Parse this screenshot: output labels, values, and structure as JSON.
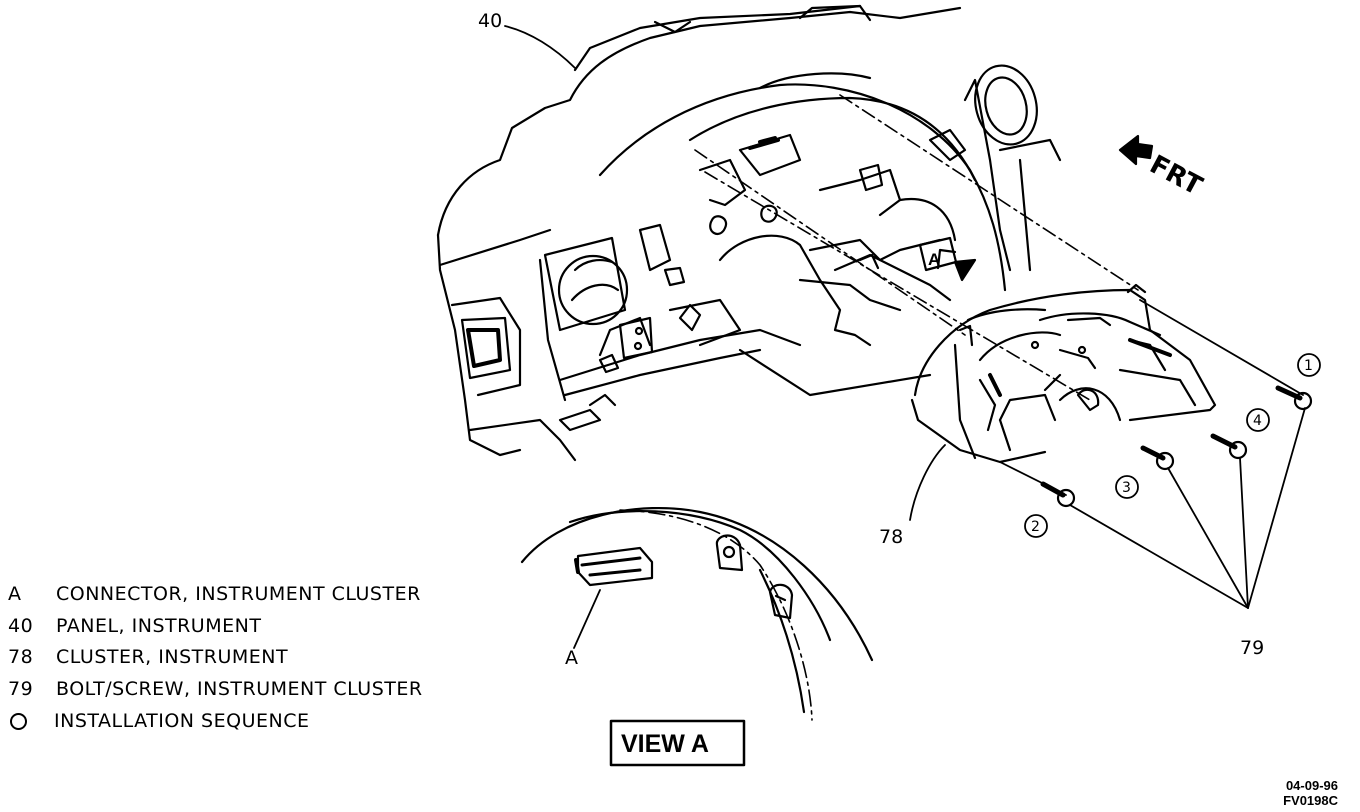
{
  "callouts": {
    "panel": "40",
    "cluster": "78",
    "bolt": "79",
    "connector": "A",
    "view_marker": "A"
  },
  "frt_label": "FRT",
  "install_sequence": [
    "1",
    "2",
    "3",
    "4"
  ],
  "view_label": "VIEW A",
  "legend": [
    {
      "key": "A",
      "text": "CONNECTOR, INSTRUMENT CLUSTER"
    },
    {
      "key": "40",
      "text": "PANEL, INSTRUMENT"
    },
    {
      "key": "78",
      "text": "CLUSTER, INSTRUMENT"
    },
    {
      "key": "79",
      "text": "BOLT/SCREW, INSTRUMENT CLUSTER"
    },
    {
      "key": "",
      "symbol": "circle",
      "text": "INSTALLATION SEQUENCE"
    }
  ],
  "stamp": {
    "date": "04-09-96",
    "code": "FV0198C"
  }
}
